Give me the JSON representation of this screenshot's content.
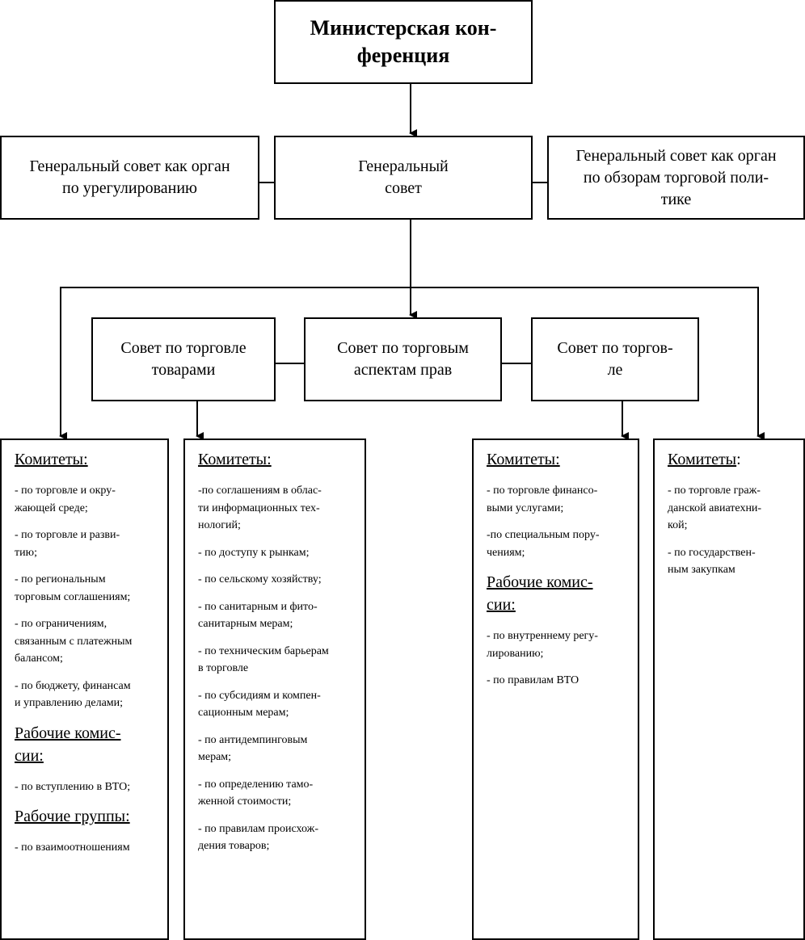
{
  "ministerial": {
    "text": "Министерская кон-\nференция"
  },
  "general_council": {
    "text": "Генеральный\nсовет"
  },
  "dispute_body": {
    "text": "Генеральный совет как орган\nпо урегулированию"
  },
  "review_body": {
    "text": "Генеральный совет как орган\nпо обзорам торговой поли-\nтике"
  },
  "goods_council": {
    "text": "Совет по торговле\nтоварами"
  },
  "trips_council": {
    "text": "Совет по торговым\nаспектам прав"
  },
  "services_council": {
    "text": "Совет по торгов-\nле"
  },
  "col1": {
    "committees_head": "Комитеты:",
    "committees": [
      "- по торговле и окру-\nжающей среде;",
      "- по торговле и разви-\nтию;",
      "- по региональным\nторговым соглашениям;",
      "- по ограничениям,\nсвязанным с платежным\nбалансом;",
      "- по бюджету, финансам\nи управлению делами;"
    ],
    "wp_head": "Рабочие комис-\nсии:",
    "wp_items": [
      "- по вступлению в ВТО;"
    ],
    "wg_head": "Рабочие группы:",
    "wg_items": [
      "- по взаимоотношениям"
    ]
  },
  "col2": {
    "committees_head": "Комитеты:",
    "committees": [
      "-по соглашениям в облас-\nти информационных тех-\nнологий;",
      "- по доступу к рынкам;",
      "- по сельскому хозяйству;",
      "- по санитарным и фито-\nсанитарным мерам;",
      "- по техническим барьерам\nв торговле",
      "- по субсидиям и компен-\nсационным мерам;",
      "- по антидемпинговым\nмерам;",
      "- по определению тамо-\nженной стоимости;",
      "- по правилам происхож-\nдения товаров;"
    ]
  },
  "col3": {
    "committees_head": "Комитеты:",
    "committees": [
      "- по торговле финансо-\nвыми услугами;",
      "-по специальным пору-\nчениям;"
    ],
    "wp_head": "Рабочие комис-\nсии:",
    "wp_items": [
      "- по внутреннему регу-\nлированию;",
      "- по правилам ВТО"
    ]
  },
  "col4": {
    "committees_head": "Комитеты",
    "committees_suffix": ":",
    "committees": [
      "- по торговле граж-\nданской авиатехни-\nкой;",
      "- по государствен-\nным закупкам"
    ]
  }
}
